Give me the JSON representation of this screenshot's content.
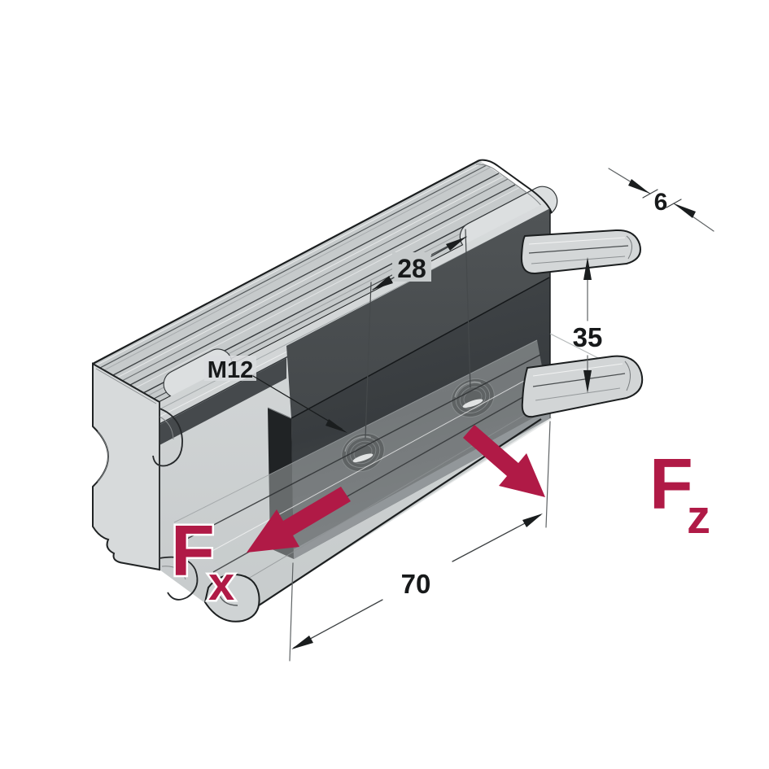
{
  "figure": {
    "title": "Isometric technical illustration of a strut mounting channel with inserted slide-nut plate",
    "labels": {
      "dim_28": "28",
      "dim_6": "6",
      "dim_35": "35",
      "dim_70": "70",
      "thread": "M12",
      "force_x_main": "F",
      "force_x_sub": "x",
      "force_z_main": "F",
      "force_z_sub": "z"
    },
    "colors": {
      "accent": "#B01A46",
      "line": "#1b1e1f",
      "metal-top": "#c6cacb",
      "metal-front": "#d3d6d7",
      "plate-dark": "#3d4144",
      "background": "#ffffff"
    }
  }
}
